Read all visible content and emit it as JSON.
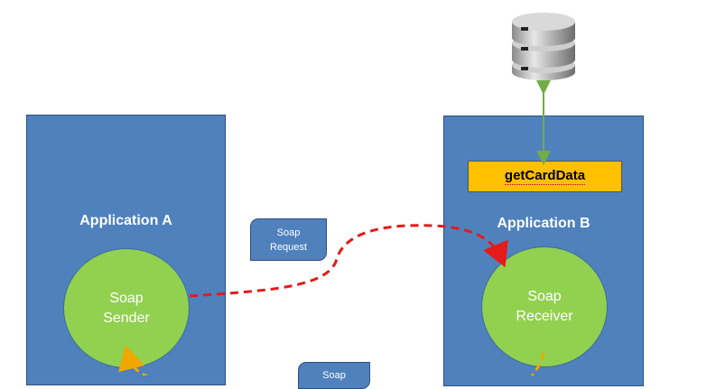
{
  "application_a": {
    "title": "Application A"
  },
  "application_b": {
    "title": "Application B"
  },
  "sender": {
    "line1": "Soap",
    "line2": "Sender"
  },
  "receiver": {
    "line1": "Soap",
    "line2": "Receiver"
  },
  "method": {
    "label": "getCardData"
  },
  "request_message": {
    "line1": "Soap",
    "line2": "Request"
  },
  "response_message": {
    "line1": "Soap"
  },
  "database": {
    "icon": "database-icon"
  },
  "colors": {
    "app_box": "#4f81bd",
    "ellipse": "#92d050",
    "method_box": "#ffc000",
    "request_arrow": "#e31b1b",
    "response_arrow": "#f0a800",
    "db_link": "#70ad47"
  }
}
